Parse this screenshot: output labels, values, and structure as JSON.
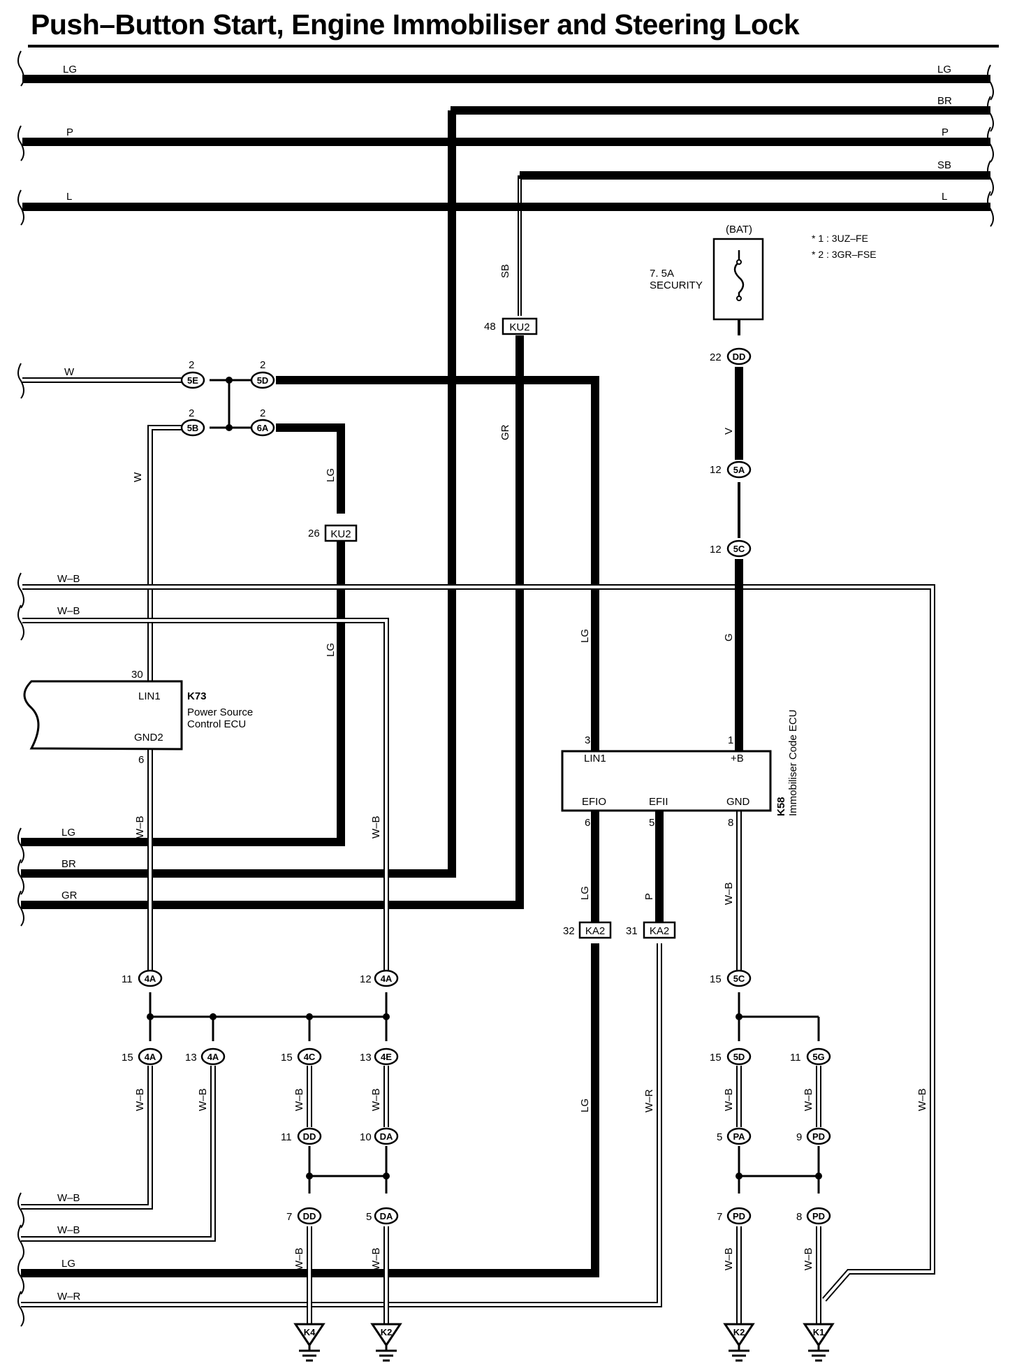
{
  "title": "Push–Button Start, Engine Immobiliser and Steering Lock",
  "notes": [
    "* 1 : 3UZ–FE",
    "* 2 : 3GR–FSE"
  ],
  "fuse": {
    "supply": "(BAT)",
    "rating": "7. 5A",
    "name": "SECURITY"
  },
  "ecu_power_source": {
    "id": "K73",
    "line1": "Power Source",
    "line2": "Control ECU",
    "pin_lin1": "LIN1",
    "pin_gnd2": "GND2"
  },
  "ecu_immobiliser": {
    "id": "K58",
    "name": "Immobiliser Code ECU",
    "pin_lin1": "LIN1",
    "pin_b": "+B",
    "pin_efio": "EFIO",
    "pin_efii": "EFII",
    "pin_gnd": "GND"
  },
  "wire_labels": {
    "lg": "LG",
    "br": "BR",
    "p": "P",
    "sb": "SB",
    "l": "L",
    "w": "W",
    "wb": "W–B",
    "gr": "GR",
    "v": "V",
    "g": "G",
    "wr": "W–R"
  },
  "connectors": {
    "c5e": "5E",
    "c5d": "5D",
    "c5b": "5B",
    "c6a": "6A",
    "ku2": "KU2",
    "dd": "DD",
    "c5a": "5A",
    "c5c": "5C",
    "ka2": "KA2",
    "c4a": "4A",
    "c4c": "4C",
    "c4e": "4E",
    "da": "DA",
    "c5g": "5G",
    "pa": "PA",
    "pd": "PD"
  },
  "pins": {
    "p2": "2",
    "p48": "48",
    "p26": "26",
    "p22": "22",
    "p12": "12",
    "p30": "30",
    "p6": "6",
    "p3": "3",
    "p1": "1",
    "p5": "5",
    "p8": "8",
    "p32": "32",
    "p31": "31",
    "p11": "11",
    "p15": "15",
    "p13": "13",
    "p10": "10",
    "p7": "7",
    "p9": "9"
  },
  "grounds": {
    "k4": "K4",
    "k2": "K2",
    "k1": "K1"
  }
}
